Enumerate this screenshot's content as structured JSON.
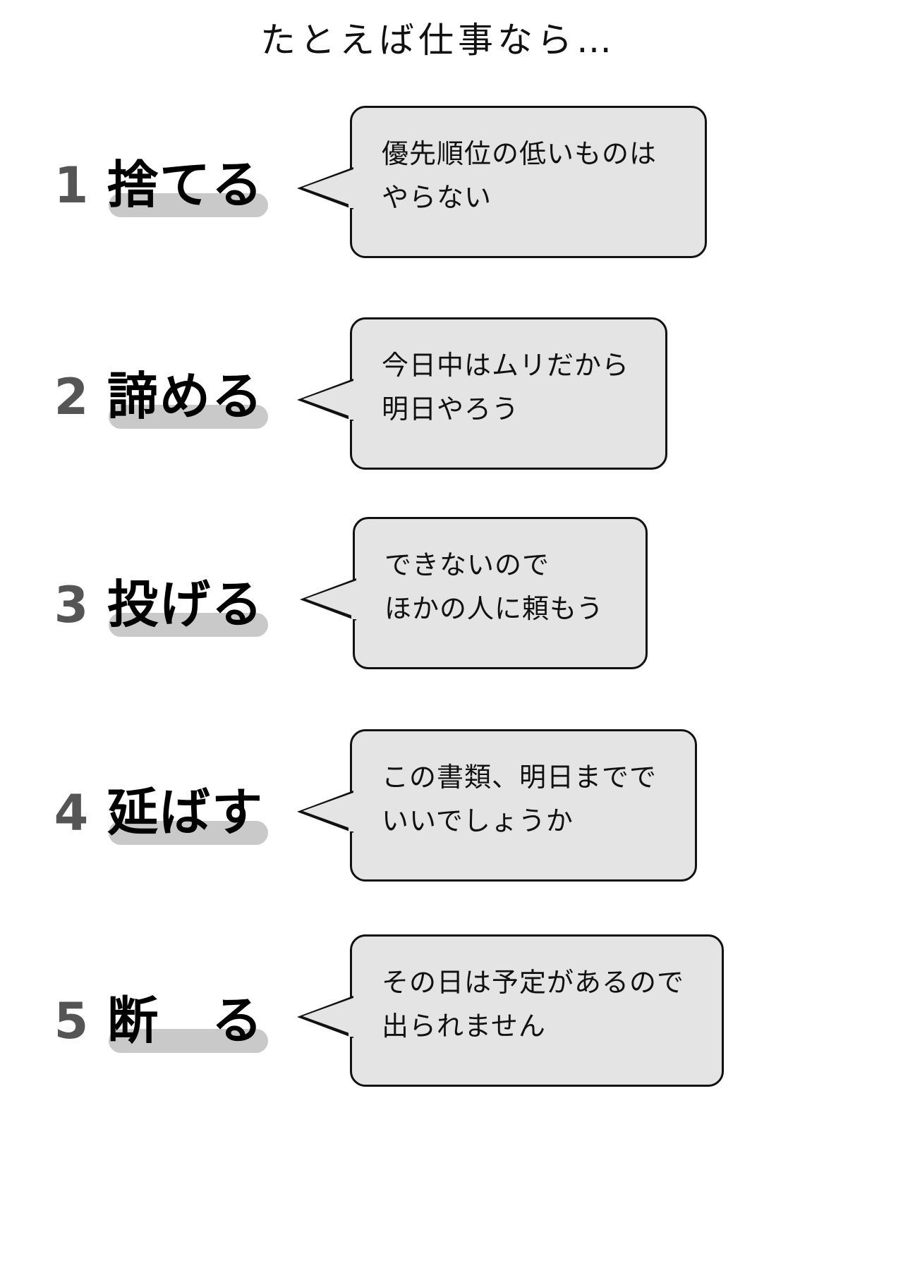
{
  "title": "たとえば仕事なら…",
  "colors": {
    "number": "#555555",
    "highlight": "#c9c9c9",
    "bubble_fill": "#e4e4e4",
    "bubble_border": "#111111",
    "text": "#111111",
    "background": "#ffffff"
  },
  "items": [
    {
      "number": "1",
      "word": "捨てる",
      "bubble": "優先順位の低いものは\nやらない"
    },
    {
      "number": "2",
      "word": "諦める",
      "bubble": "今日中はムリだから\n明日やろう"
    },
    {
      "number": "3",
      "word": "投げる",
      "bubble": "できないので\nほかの人に頼もう"
    },
    {
      "number": "4",
      "word": "延ばす",
      "bubble": "この書類、明日までで\nいいでしょうか"
    },
    {
      "number": "5",
      "word": "断　る",
      "bubble": "その日は予定があるので\n出られません"
    }
  ]
}
